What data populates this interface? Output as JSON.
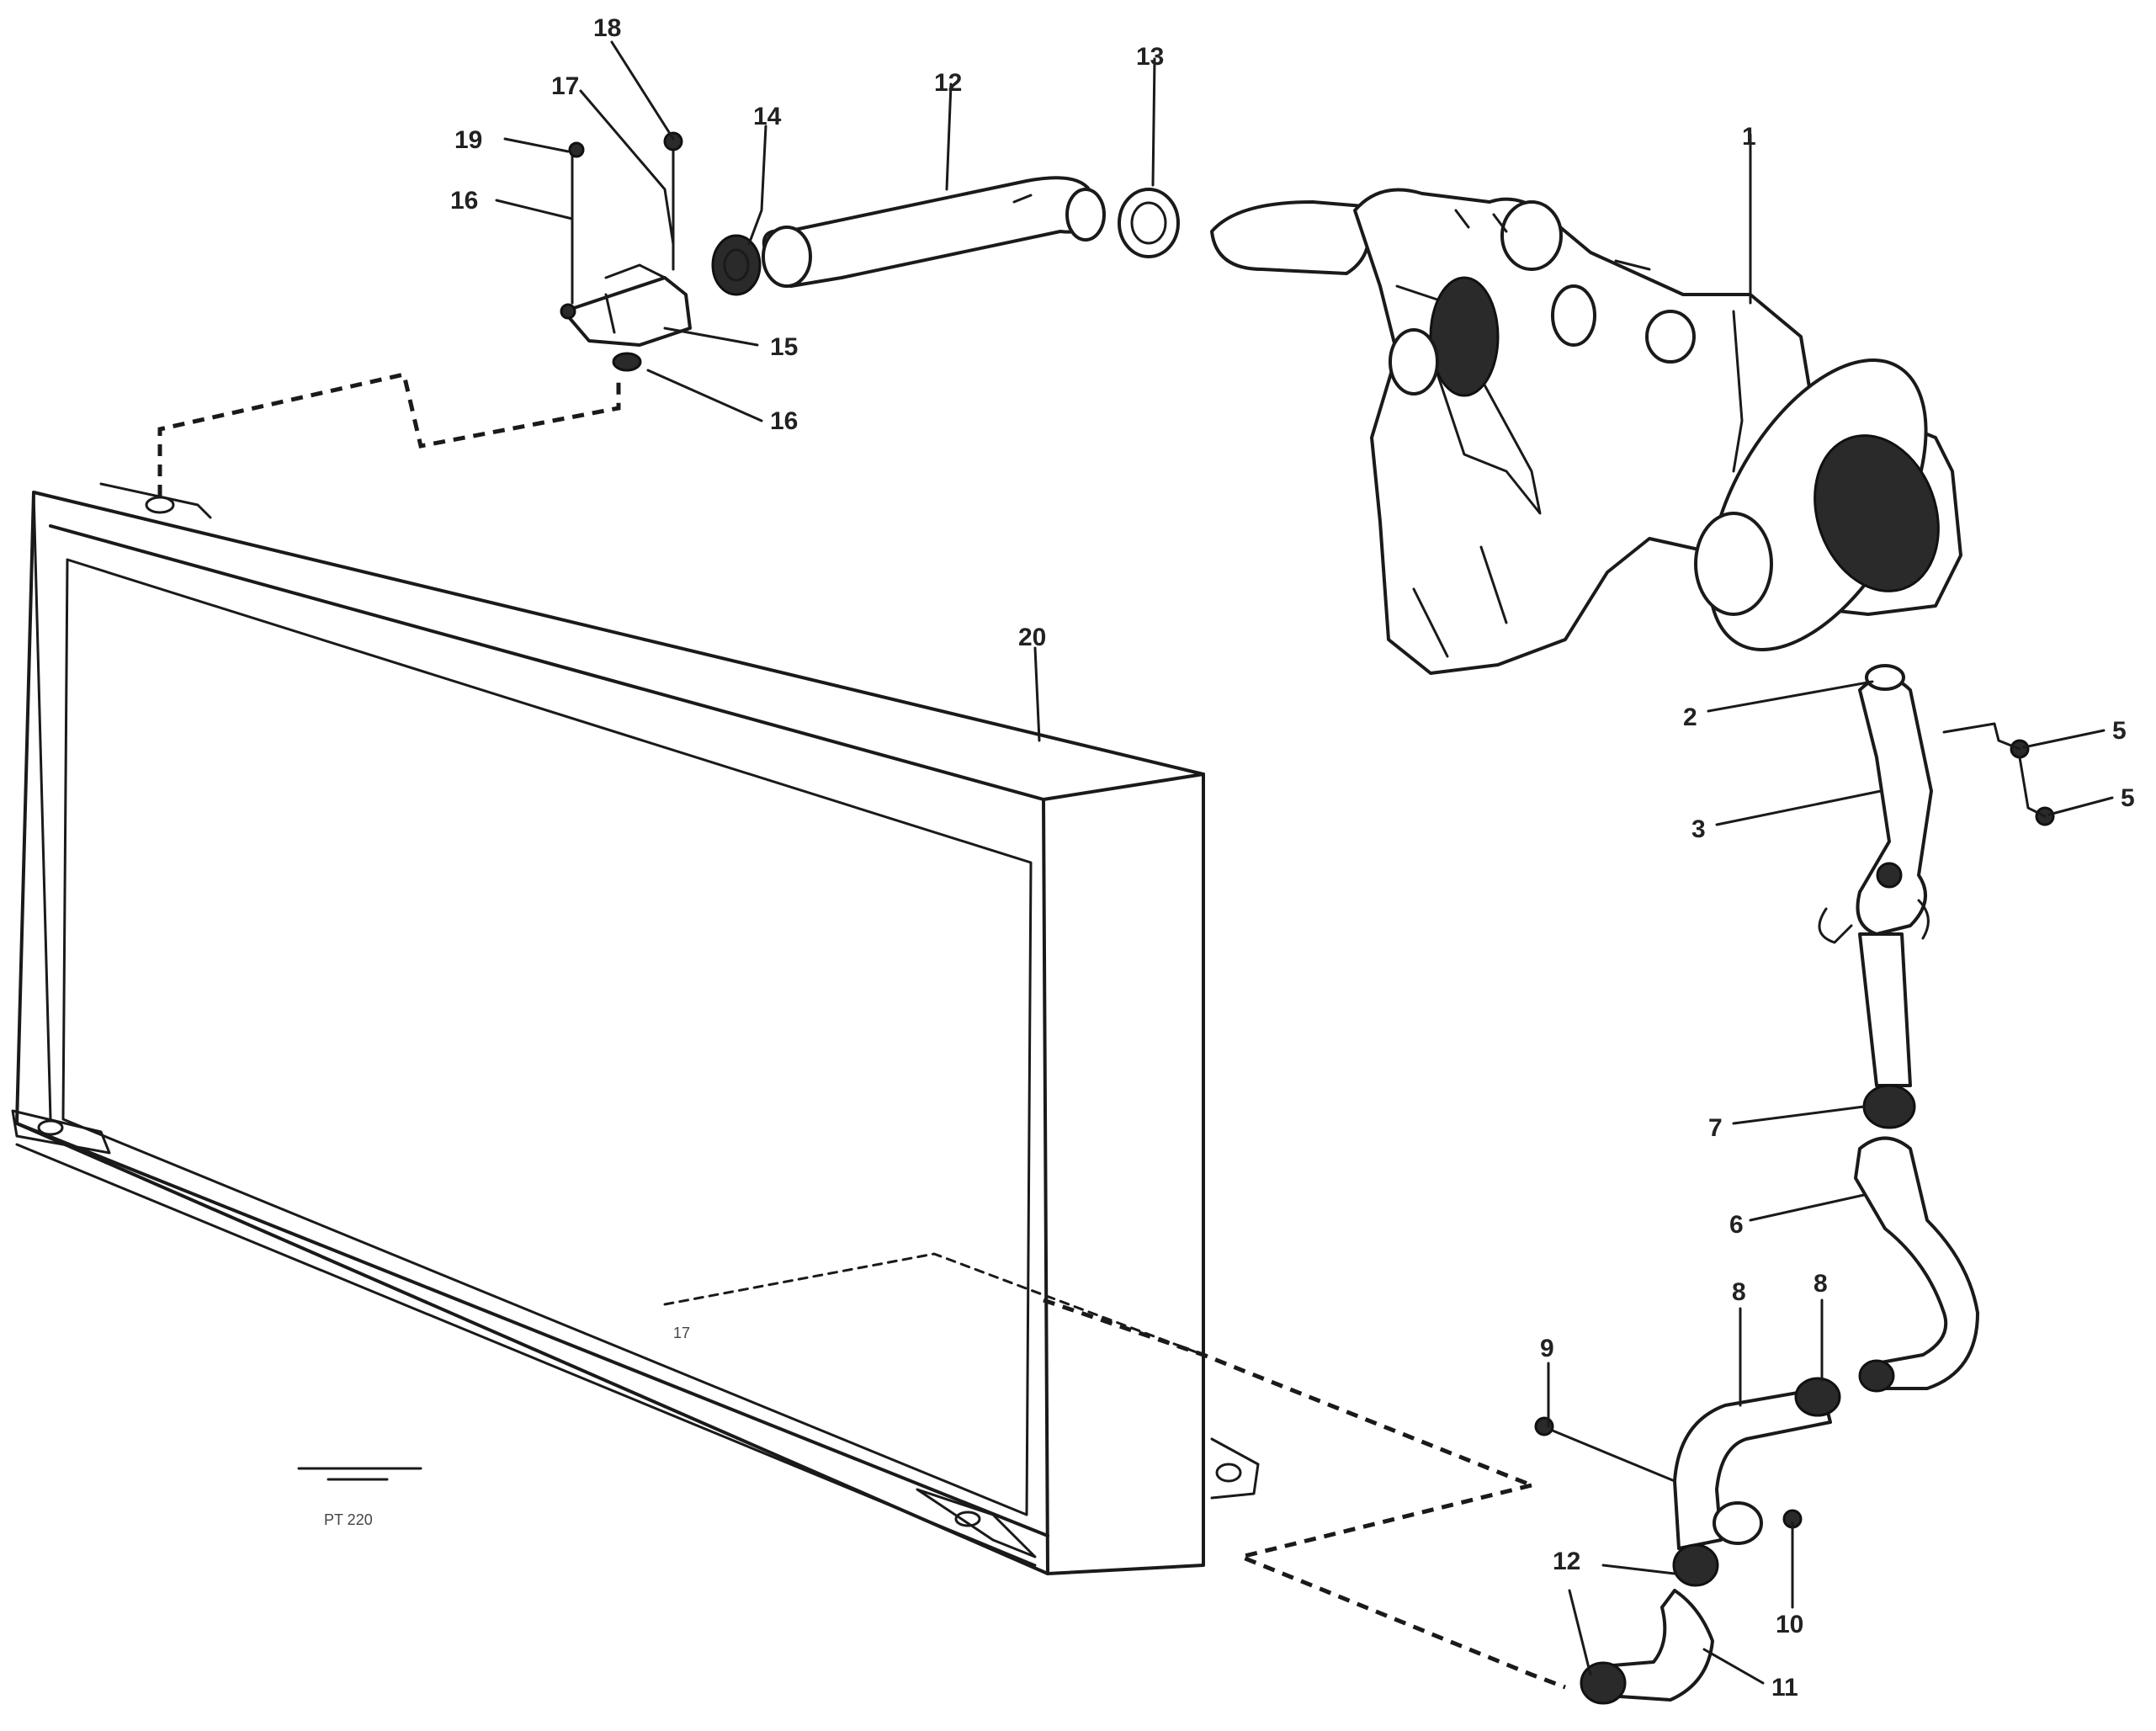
{
  "diagram": {
    "callouts": [
      "18",
      "17",
      "19",
      "16",
      "14",
      "12",
      "13",
      "15",
      "16",
      "1",
      "20",
      "2",
      "3",
      "5",
      "5",
      "7",
      "6",
      "9",
      "8",
      "8",
      "10",
      "12",
      "11"
    ],
    "stamp": [
      "PT 220"
    ]
  }
}
